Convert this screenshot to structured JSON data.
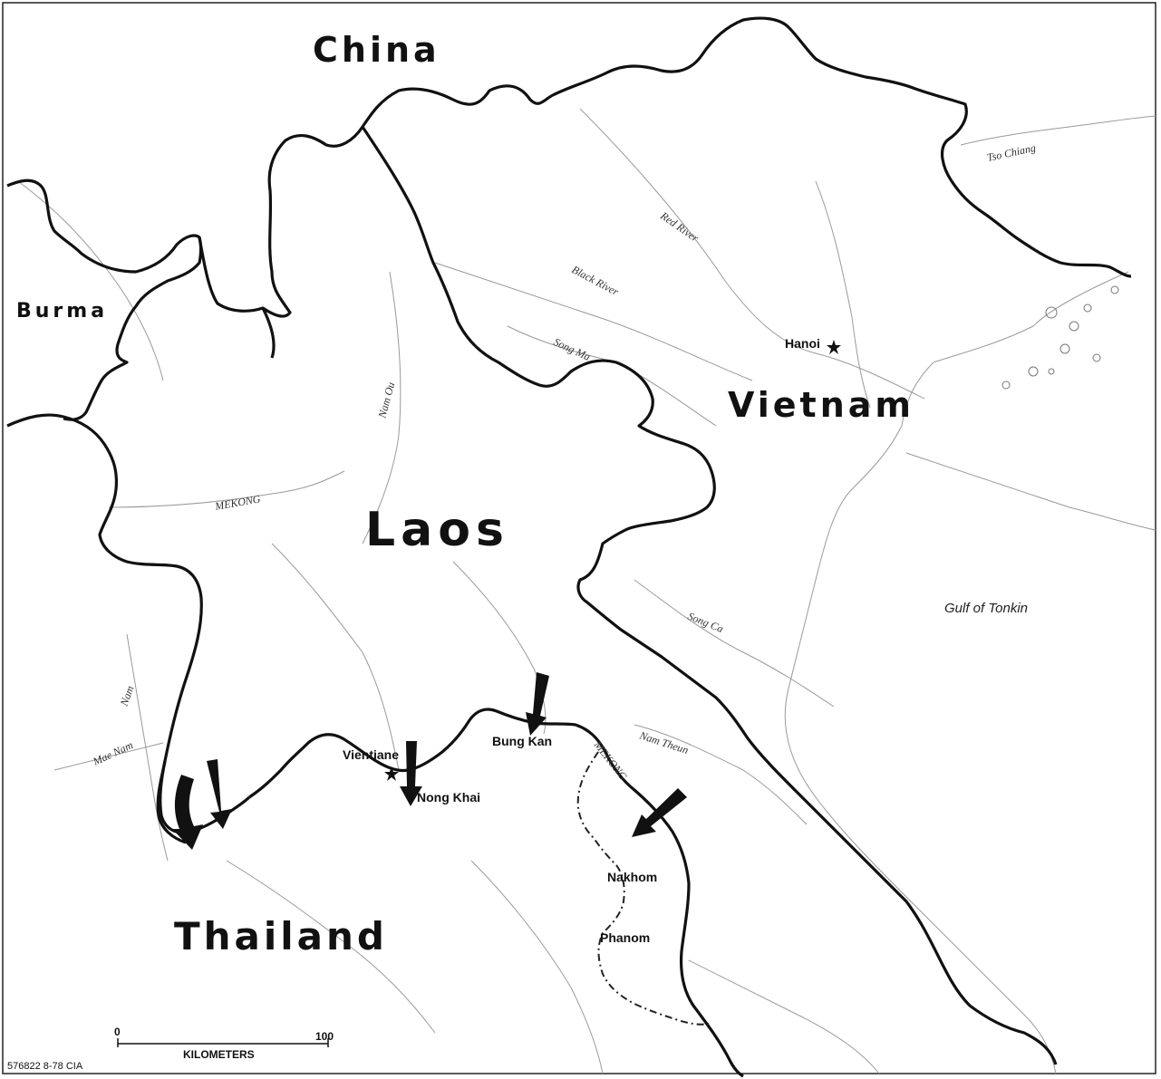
{
  "countries": {
    "china": "China",
    "burma": "Burma",
    "laos": "Laos",
    "vietnam": "Vietnam",
    "thailand": "Thailand"
  },
  "cities": {
    "hanoi": "Hanoi",
    "vientiane": "Vientiane",
    "nong_khai": "Nong Khai",
    "bung_kan": "Bung Kan",
    "nakhom": "Nakhom",
    "phanom": "Phanom"
  },
  "rivers": {
    "tso_chiang": "Tso Chiang",
    "red_river": "Red River",
    "black_river": "Black River",
    "song_ma": "Song Ma",
    "nam_ou": "Nam Ou",
    "mekong_north": "MEKONG",
    "mekong_east": "MEKONG",
    "song_ca": "Song Ca",
    "nam_theun": "Nam Theun",
    "nam_mae": "Nam",
    "mae_nam": "Mae Nam"
  },
  "sea": {
    "gulf": "Gulf of Tonkin"
  },
  "scale": {
    "zero": "0",
    "hundred": "100",
    "unit": "KILOMETERS"
  },
  "footer": {
    "code": "576822  8-78 CIA"
  },
  "colors": {
    "border": "#111111",
    "river": "#9a9a9a",
    "background": "#ffffff"
  }
}
